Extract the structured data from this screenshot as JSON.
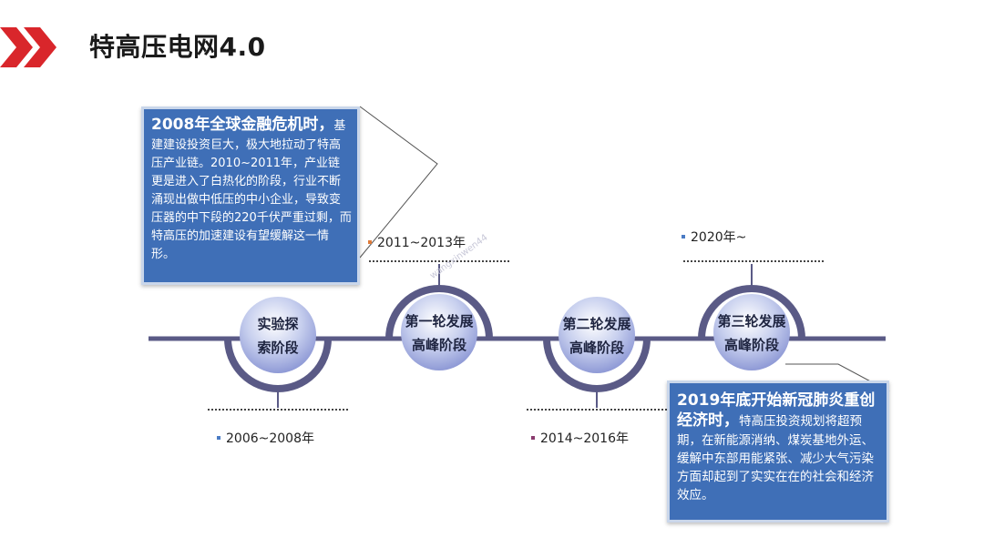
{
  "header": {
    "title": "特高压电网4.0",
    "accent_color": "#d9262b"
  },
  "timeline": {
    "line_color": "#5a5a86",
    "nodes": [
      {
        "line1": "实验探",
        "line2": "索阶段",
        "date": "2006~2008年",
        "bullet_color": "#4a7bc4"
      },
      {
        "line1": "第一轮发展",
        "line2": "高峰阶段",
        "date": "2011~2013年",
        "bullet_color": "#e07b39"
      },
      {
        "line1": "第二轮发展",
        "line2": "高峰阶段",
        "date": "2014~2016年",
        "bullet_color": "#8a3a6e"
      },
      {
        "line1": "第三轮发展",
        "line2": "高峰阶段",
        "date": "2020年~",
        "bullet_color": "#4a7bc4"
      }
    ]
  },
  "callouts": [
    {
      "lead": "2008年全球金融危机时，",
      "body": "基建建设投资巨大，极大地拉动了特高压产业链。2010~2011年，产业链更是进入了白热化的阶段，行业不断涌现出做中低压的中小企业，导致变压器的中下段的220千伏严重过剩，而特高压的加速建设有望缓解这一情形。"
    },
    {
      "lead": "2019年底开始新冠肺炎重创经济时，",
      "body": "特高压投资规划将超预期，在新能源消纳、煤炭基地外运、缓解中东部用能紧张、减少大气污染方面却起到了实实在在的社会和经济效应。"
    }
  ],
  "watermark": "wangxinwen44"
}
